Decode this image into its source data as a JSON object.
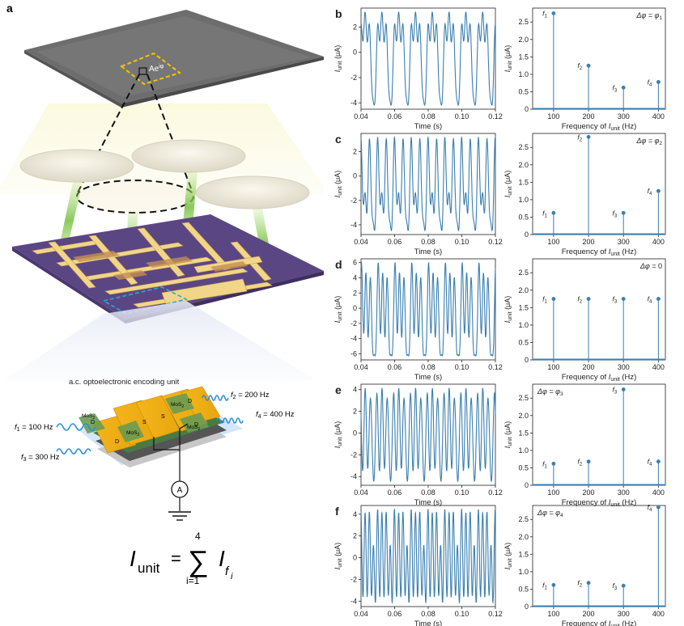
{
  "figure": {
    "panels": {
      "a": "a",
      "b": "b",
      "c": "c",
      "d": "d",
      "e": "e",
      "f": "f"
    },
    "a": {
      "area_label": "Ae",
      "area_sup": "iφ",
      "unit_title": "a.c. optoelectronic encoding unit",
      "f1_sym": "f",
      "f1_sub": "1",
      "f1_val": " = 100 Hz",
      "f2_sym": "f",
      "f2_sub": "2",
      "f2_val": " = 200 Hz",
      "f3_sym": "f",
      "f3_sub": "3",
      "f3_val": " = 300 Hz",
      "f4_sym": "f",
      "f4_sub": "4",
      "f4_val": " = 400 Hz",
      "label_D": "D",
      "label_S": "S",
      "label_MoS": "MoS",
      "label_MoS_sub": "2",
      "ammeter": "A",
      "eq_I": "I",
      "eq_unit": "unit",
      "eq_equals": "=",
      "eq_sigma": "∑",
      "eq_upper": "4",
      "eq_lower": "i=1",
      "eq_If": "I",
      "eq_f": "f",
      "eq_i": "i"
    },
    "axes": {
      "time_xlabel": "Time (s)",
      "freq_xlabel_pre": "Frequency of ",
      "freq_xlabel_I": "I",
      "freq_xlabel_sub": "unit",
      "freq_xlabel_post": " (Hz)",
      "ylabel_I": "I",
      "ylabel_sub": "unit",
      "ylabel_post": " (μA)",
      "time_ticks": [
        "0.04",
        "0.06",
        "0.08",
        "0.10",
        "0.12"
      ],
      "freq_ticks": [
        "100",
        "200",
        "300",
        "400"
      ],
      "f_sym": "f",
      "dphi": "Δφ = "
    }
  },
  "chart_data": [
    {
      "type": "line",
      "panel": "b",
      "title": "",
      "xlabel": "Time (s)",
      "ylabel": "Iunit (μA)",
      "xlim": [
        0.04,
        0.12
      ],
      "ylim": [
        -4.5,
        3.5
      ],
      "yticks": [
        "2",
        "0",
        "-2",
        "-4"
      ],
      "ytick_values": [
        2,
        0,
        -2,
        -4
      ],
      "components": [
        {
          "freq": 100,
          "amp": 2.75
        },
        {
          "freq": 200,
          "amp": 1.25
        },
        {
          "freq": 300,
          "amp": 0.62
        },
        {
          "freq": 400,
          "amp": 0.78
        }
      ],
      "color": "#3a7fb0"
    },
    {
      "type": "bar",
      "panel": "b",
      "annotation": "Δφ = φ1",
      "phase_sym": "φ",
      "phase_sub": "1",
      "xlabel": "Frequency of Iunit (Hz)",
      "ylabel": "Iunit (μA)",
      "xlim": [
        40,
        420
      ],
      "ylim": [
        0,
        2.9
      ],
      "yticks": [
        "0",
        "0.5",
        "1.0",
        "1.5",
        "2.0",
        "2.5"
      ],
      "ytick_values": [
        0,
        0.5,
        1.0,
        1.5,
        2.0,
        2.5
      ],
      "peaks": [
        {
          "x": 100,
          "y": 2.75,
          "label": "1"
        },
        {
          "x": 200,
          "y": 1.25,
          "label": "2"
        },
        {
          "x": 300,
          "y": 0.62,
          "label": "3"
        },
        {
          "x": 400,
          "y": 0.78,
          "label": "4"
        }
      ],
      "color": "#3a7fb0"
    },
    {
      "type": "line",
      "panel": "c",
      "title": "",
      "xlabel": "Time (s)",
      "ylabel": "Iunit (μA)",
      "xlim": [
        0.04,
        0.12
      ],
      "ylim": [
        -4.8,
        3.5
      ],
      "yticks": [
        "2",
        "0",
        "-2",
        "-4"
      ],
      "ytick_values": [
        2,
        0,
        -2,
        -4
      ],
      "components": [
        {
          "freq": 100,
          "amp": 0.62
        },
        {
          "freq": 200,
          "amp": 2.8
        },
        {
          "freq": 300,
          "amp": 0.62
        },
        {
          "freq": 400,
          "amp": 1.25
        }
      ],
      "color": "#3a7fb0"
    },
    {
      "type": "bar",
      "panel": "c",
      "annotation": "Δφ = φ2",
      "phase_sym": "φ",
      "phase_sub": "2",
      "xlabel": "Frequency of Iunit (Hz)",
      "ylabel": "Iunit (μA)",
      "xlim": [
        40,
        420
      ],
      "ylim": [
        0,
        2.9
      ],
      "yticks": [
        "0",
        "0.5",
        "1.0",
        "1.5",
        "2.0",
        "2.5"
      ],
      "ytick_values": [
        0,
        0.5,
        1.0,
        1.5,
        2.0,
        2.5
      ],
      "peaks": [
        {
          "x": 100,
          "y": 0.62,
          "label": "1"
        },
        {
          "x": 200,
          "y": 2.8,
          "label": "2"
        },
        {
          "x": 300,
          "y": 0.62,
          "label": "3"
        },
        {
          "x": 400,
          "y": 1.25,
          "label": "4"
        }
      ],
      "color": "#3a7fb0"
    },
    {
      "type": "line",
      "panel": "d",
      "title": "",
      "xlabel": "Time (s)",
      "ylabel": "Iunit (μA)",
      "xlim": [
        0.04,
        0.12
      ],
      "ylim": [
        -6.8,
        6.5
      ],
      "yticks": [
        "6",
        "4",
        "2",
        "0",
        "-2",
        "-4",
        "-6"
      ],
      "ytick_values": [
        6,
        4,
        2,
        0,
        -2,
        -4,
        -6
      ],
      "components": [
        {
          "freq": 100,
          "amp": 1.75
        },
        {
          "freq": 200,
          "amp": 1.75
        },
        {
          "freq": 300,
          "amp": 1.75
        },
        {
          "freq": 400,
          "amp": 1.75
        }
      ],
      "color": "#3a7fb0"
    },
    {
      "type": "bar",
      "panel": "d",
      "annotation": "Δφ = 0",
      "phase_sym": "0",
      "phase_sub": "",
      "xlabel": "Frequency of Iunit (Hz)",
      "ylabel": "Iunit (μA)",
      "xlim": [
        40,
        420
      ],
      "ylim": [
        0,
        2.9
      ],
      "yticks": [
        "0",
        "0.5",
        "1.0",
        "1.5",
        "2.0",
        "2.5"
      ],
      "ytick_values": [
        0,
        0.5,
        1.0,
        1.5,
        2.0,
        2.5
      ],
      "peaks": [
        {
          "x": 100,
          "y": 1.75,
          "label": "1"
        },
        {
          "x": 200,
          "y": 1.75,
          "label": "2"
        },
        {
          "x": 300,
          "y": 1.75,
          "label": "3"
        },
        {
          "x": 400,
          "y": 1.75,
          "label": "4"
        }
      ],
      "color": "#3a7fb0"
    },
    {
      "type": "line",
      "panel": "e",
      "title": "",
      "xlabel": "Time (s)",
      "ylabel": "Iunit (μA)",
      "xlim": [
        0.04,
        0.12
      ],
      "ylim": [
        -4.8,
        4.5
      ],
      "yticks": [
        "4",
        "2",
        "0",
        "-2",
        "-4"
      ],
      "ytick_values": [
        4,
        2,
        0,
        -2,
        -4
      ],
      "components": [
        {
          "freq": 100,
          "amp": 0.62
        },
        {
          "freq": 200,
          "amp": 0.68
        },
        {
          "freq": 300,
          "amp": 2.75
        },
        {
          "freq": 400,
          "amp": 0.68
        }
      ],
      "color": "#3a7fb0"
    },
    {
      "type": "bar",
      "panel": "e",
      "annotation": "Δφ = φ3",
      "phase_sym": "φ",
      "phase_sub": "3",
      "xlabel": "Frequency of Iunit (Hz)",
      "ylabel": "Iunit (μA)",
      "xlim": [
        40,
        420
      ],
      "ylim": [
        0,
        2.9
      ],
      "yticks": [
        "0",
        "0.5",
        "1.0",
        "1.5",
        "2.0",
        "2.5"
      ],
      "ytick_values": [
        0,
        0.5,
        1.0,
        1.5,
        2.0,
        2.5
      ],
      "peaks": [
        {
          "x": 100,
          "y": 0.62,
          "label": "1"
        },
        {
          "x": 200,
          "y": 0.68,
          "label": "2"
        },
        {
          "x": 300,
          "y": 2.75,
          "label": "3"
        },
        {
          "x": 400,
          "y": 0.68,
          "label": "4"
        }
      ],
      "color": "#3a7fb0"
    },
    {
      "type": "line",
      "panel": "f",
      "title": "",
      "xlabel": "Time (s)",
      "ylabel": "Iunit (μA)",
      "xlim": [
        0.04,
        0.12
      ],
      "ylim": [
        -4.5,
        4.8
      ],
      "yticks": [
        "4",
        "2",
        "0",
        "-2",
        "-4"
      ],
      "ytick_values": [
        4,
        2,
        0,
        -2,
        -4
      ],
      "components": [
        {
          "freq": 100,
          "amp": 0.62
        },
        {
          "freq": 200,
          "amp": 0.68
        },
        {
          "freq": 300,
          "amp": 0.6
        },
        {
          "freq": 400,
          "amp": 2.85
        }
      ],
      "color": "#3a7fb0"
    },
    {
      "type": "bar",
      "panel": "f",
      "annotation": "Δφ = φ4",
      "phase_sym": "φ",
      "phase_sub": "4",
      "xlabel": "Frequency of Iunit (Hz)",
      "ylabel": "Iunit (μA)",
      "xlim": [
        40,
        420
      ],
      "ylim": [
        0,
        2.9
      ],
      "yticks": [
        "0",
        "0.5",
        "1.0",
        "1.5",
        "2.0",
        "2.5"
      ],
      "ytick_values": [
        0,
        0.5,
        1.0,
        1.5,
        2.0,
        2.5
      ],
      "peaks": [
        {
          "x": 100,
          "y": 0.62,
          "label": "1"
        },
        {
          "x": 200,
          "y": 0.68,
          "label": "2"
        },
        {
          "x": 300,
          "y": 0.6,
          "label": "3"
        },
        {
          "x": 400,
          "y": 2.85,
          "label": "4"
        }
      ],
      "color": "#3a7fb0"
    }
  ]
}
